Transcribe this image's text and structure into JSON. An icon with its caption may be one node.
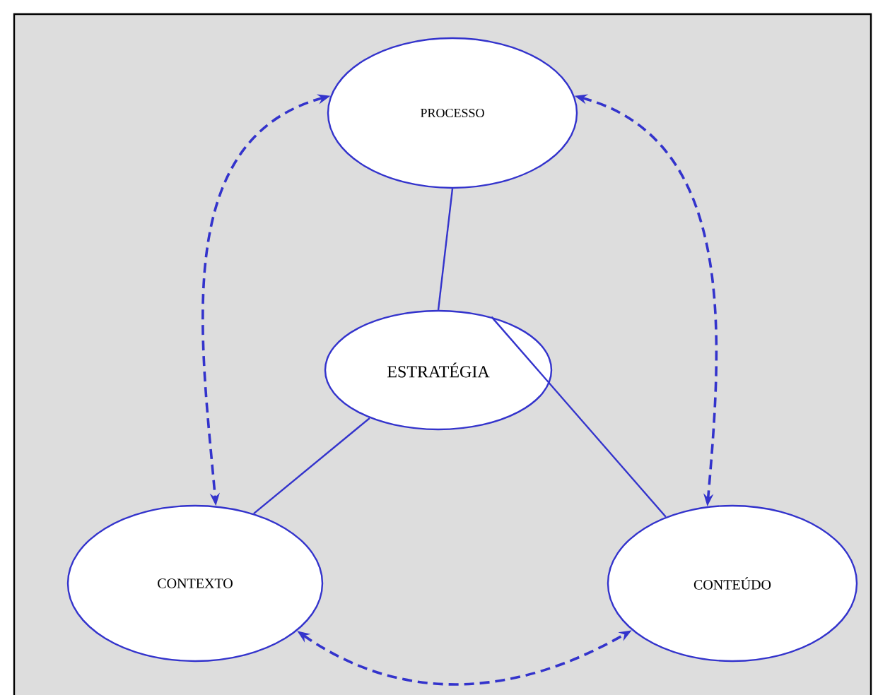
{
  "diagram": {
    "nodes": [
      {
        "text": [
          "PROCESSO"
        ]
      },
      {
        "text": [
          "ESTRATÉGIA"
        ]
      },
      {
        "text": [
          "CONTEXTO"
        ]
      },
      {
        "text": [
          "CONTEÚDO"
        ]
      }
    ],
    "edges": [
      {
        "from": 0,
        "to": 1,
        "arrow": "none"
      },
      {
        "from": 1,
        "to": 2,
        "arrow": "none"
      },
      {
        "from": 1,
        "to": 3,
        "arrow": "none"
      },
      {
        "from": 0,
        "to": 2,
        "arrow": "both",
        "style": "dashed"
      },
      {
        "from": 0,
        "to": 3,
        "arrow": "both",
        "style": "dashed"
      },
      {
        "from": 2,
        "to": 3,
        "arrow": "both",
        "style": "dashed"
      }
    ]
  }
}
